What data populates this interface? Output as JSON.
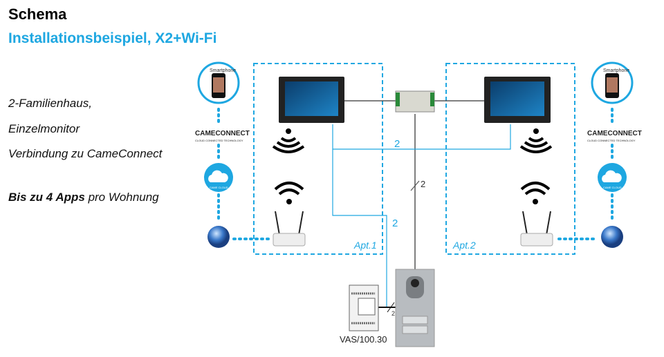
{
  "header": {
    "title": "Schema",
    "subtitle": "Installationsbeispiel, X2+Wi-Fi"
  },
  "description": {
    "line1": "2-Familienhaus,",
    "line2": "Einzelmonitor",
    "line3": "Verbindung zu CameConnect",
    "apps_bold": "Bis zu 4 Apps",
    "apps_rest": " pro Wohnung"
  },
  "diagram": {
    "apartments": [
      {
        "label": "Apt.1"
      },
      {
        "label": "Apt.2"
      }
    ],
    "smartphone_label": "Smartphone",
    "cameconnect_logo": "CAMECONNECT",
    "cameconnect_tagline": "CLOUD CONNECTED TECHNOLOGY",
    "cloud_label": "CAME CLOUD",
    "wire_labels": {
      "bus_monitors": "2",
      "bus_riser": "2",
      "bus_apt1": "2",
      "bus_power": "2"
    },
    "power_supply_label": "VAS/100.30",
    "colors": {
      "accent": "#1ea7e1",
      "wire": "#333333"
    }
  }
}
